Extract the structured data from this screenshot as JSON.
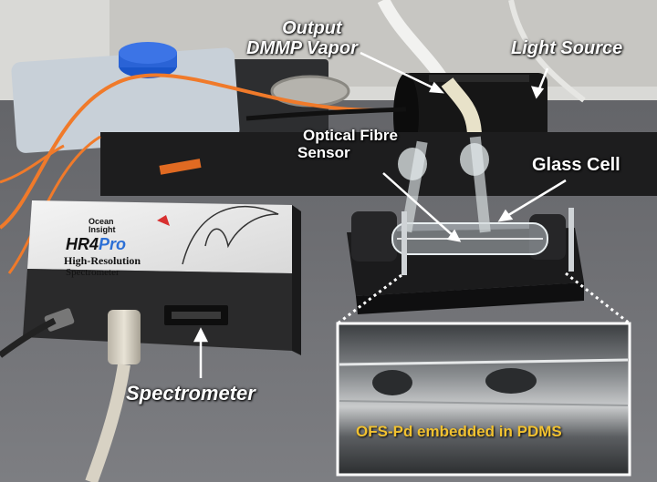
{
  "labels": {
    "output_line1": "Output",
    "output_line2": "DMMP Vapor",
    "light_source": "Light Source",
    "optical_line1": "Optical Fibre",
    "optical_line2": "Sensor",
    "glass_cell": "Glass Cell",
    "spectrometer": "Spectrometer",
    "inset_caption": "OFS-Pd embedded in PDMS"
  },
  "device": {
    "brand_line1": "Ocean",
    "brand_line2": "Insight",
    "model_prefix": "HR4",
    "model_suffix": "Pro",
    "subtitle1": "High-Resolution",
    "subtitle2": "Spectrometer"
  },
  "colors": {
    "caption_yellow": "#f2c230",
    "fiber_orange": "#f07a2a",
    "inset_border": "#ffffff"
  }
}
